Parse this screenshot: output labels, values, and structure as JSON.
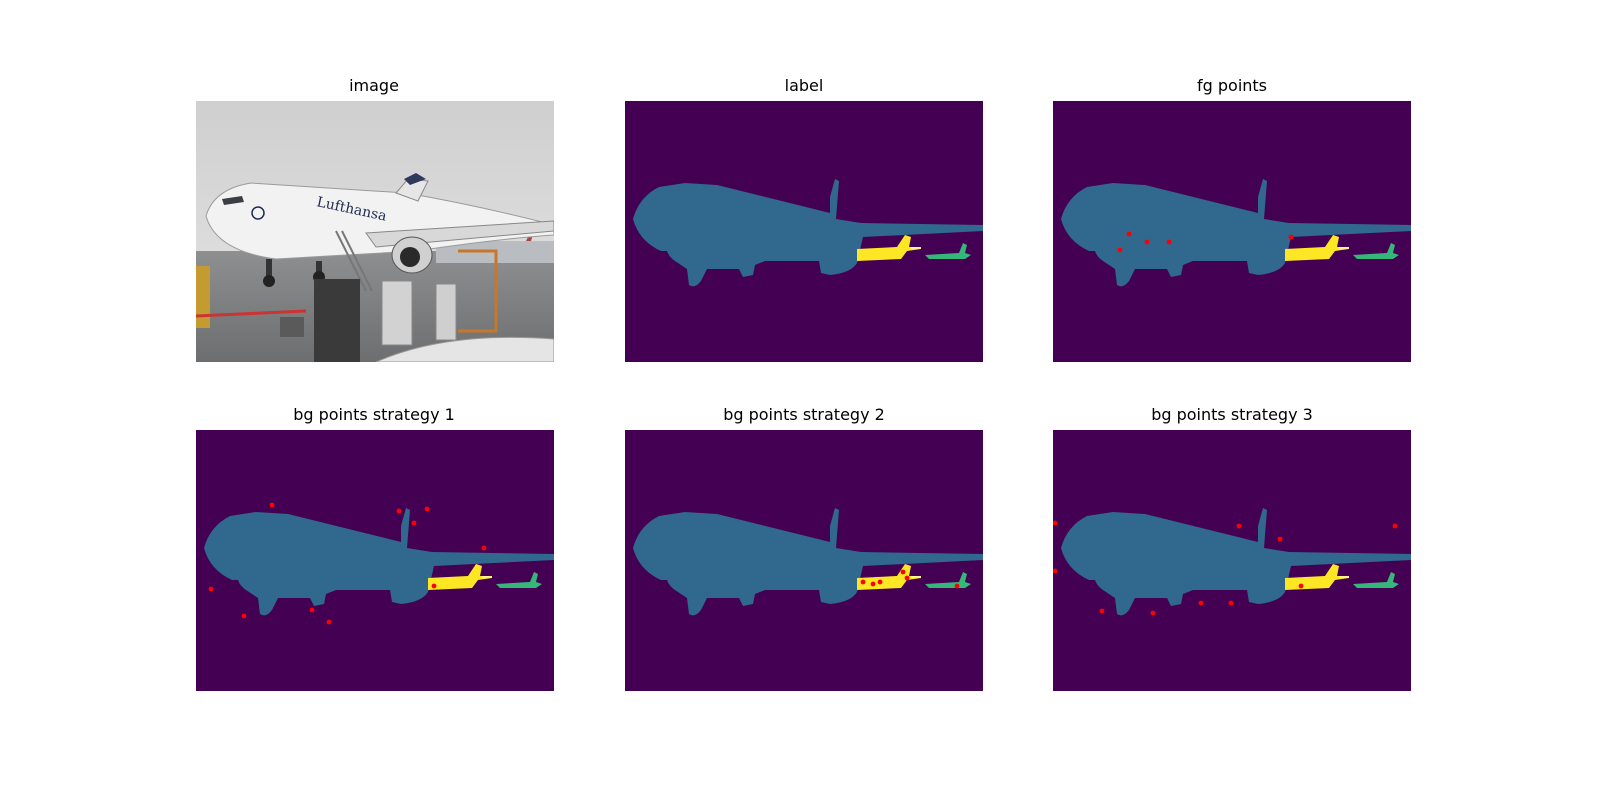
{
  "colors": {
    "background_class": "#440154",
    "large_airplane": "#31688e",
    "mid_airplane": "#fde725",
    "small_airplane": "#35b779",
    "point": "#ff0000"
  },
  "panels": [
    {
      "title": "image"
    },
    {
      "title": "label"
    },
    {
      "title": "fg points"
    },
    {
      "title": "bg points strategy 1"
    },
    {
      "title": "bg points strategy 2"
    },
    {
      "title": "bg points strategy 3"
    }
  ]
}
